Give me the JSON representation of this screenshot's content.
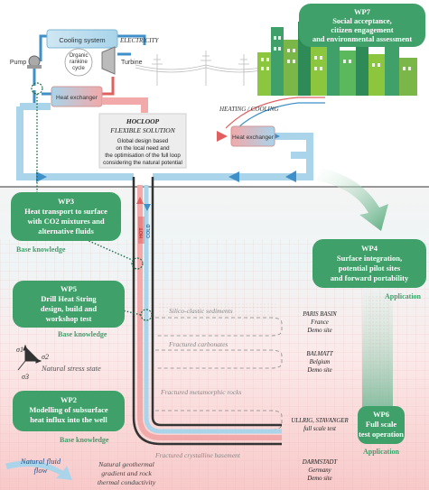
{
  "cycle": {
    "cooling_system": "Cooling system",
    "pump": "Pump",
    "orc_line1": "Organic",
    "orc_line2": "rankine",
    "orc_line3": "cycle",
    "turbine": "Turbine",
    "electricity": "ELECTRICITY",
    "heat_exchanger_left": "Heat exchanger"
  },
  "hocloop": {
    "title": "HOCLOOP",
    "subtitle": "FLEXIBLE SOLUTION",
    "body": [
      "Global design based",
      "on the local need and",
      "the optimisation of the full loop",
      "considering the natural potential"
    ]
  },
  "heating_cooling": "HEATING / COOLING",
  "heat_exchanger_right": "Heat exchanger",
  "wp7": [
    "WP7",
    "Social acceptance,",
    "citizen engagement",
    "and environmental assessment"
  ],
  "wp3": [
    "WP3",
    "Heat transport to surface",
    "with CO2 mixtures and",
    "alternative fluids"
  ],
  "wp4": [
    "WP4",
    "Surface integration,",
    "potential pilot sites",
    "and forward portability"
  ],
  "wp5": [
    "WP5",
    "Drill Heat String",
    "design, build and",
    "workshop test"
  ],
  "wp2": [
    "WP2",
    "Modelling of subsurface",
    "heat influx into the well"
  ],
  "wp6": [
    "WP6",
    "Full scale",
    "test operation"
  ],
  "labels": {
    "base_knowledge_1": "Base knowledge",
    "base_knowledge_2": "Base knowledge",
    "base_knowledge_3": "Base knowledge",
    "application_1": "Application",
    "application_2": "Application",
    "hot": "HOT",
    "cold": "COLD",
    "natural_stress_state": "Natural stress state",
    "sigma1": "σ1",
    "sigma2": "σ2",
    "sigma3": "σ3",
    "natural_fluid_flow_1": "Natural fluid",
    "natural_fluid_flow_2": "flow",
    "gradient_1": "Natural geothermal",
    "gradient_2": "gradient and rock",
    "gradient_3": "thermal conductivity"
  },
  "layers": {
    "silico": "Silico-clastic sediments",
    "carbonates": "Fractured carbonates",
    "metamorphic": "Fractured metamorphic rocks",
    "crystalline": "Fractured crystalline basement"
  },
  "sites": [
    {
      "name": "PARIS BASIN",
      "country": "France",
      "type": "Demo site"
    },
    {
      "name": "BALMATT",
      "country": "Belgium",
      "type": "Demo site"
    },
    {
      "name": "ULLRIG, STAVANGER",
      "country": "",
      "type": "full scale test"
    },
    {
      "name": "DARMSTADT",
      "country": "Germany",
      "type": "Demo site"
    }
  ],
  "colors": {
    "wp_box": "#3fa06a",
    "wp_text": "#ffffff",
    "label_green": "#3fa06a",
    "pipe_blue": "#a9d4ea",
    "pipe_red": "#f2a9a9"
  }
}
